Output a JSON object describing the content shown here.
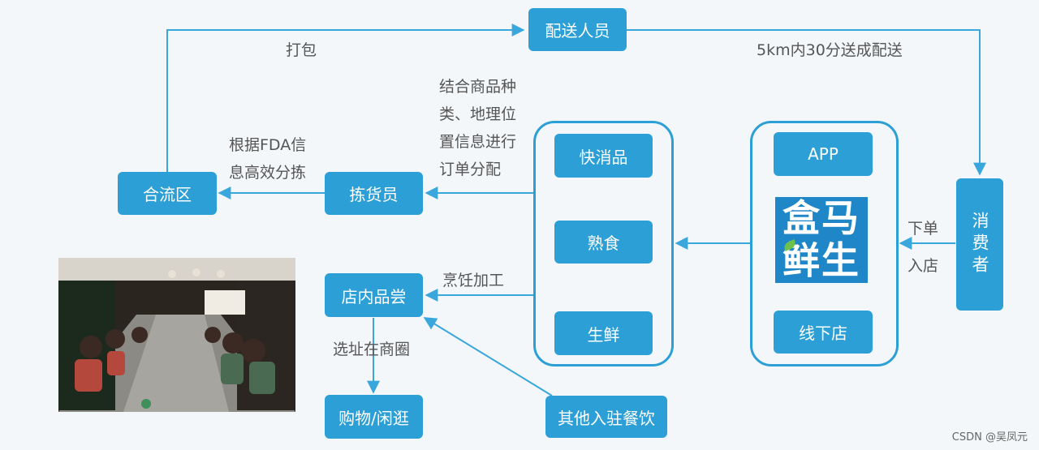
{
  "nodes": {
    "delivery": "配送人员",
    "consolidation": "合流区",
    "picker": "拣货员",
    "in_store_tasting": "店内品尝",
    "shopping": "购物/闲逛",
    "other_dining": "其他入驻餐饮",
    "fmcg": "快消品",
    "cooked_food": "熟食",
    "fresh": "生鲜",
    "app": "APP",
    "offline_store": "线下店",
    "consumer": "消费者"
  },
  "logo": {
    "line1": "盒马",
    "line2": "鲜生"
  },
  "labels": {
    "pack": "打包",
    "delivery_promise": "5km内30分送成配送",
    "fda_lines": [
      "根据FDA信",
      "息高效分拣"
    ],
    "allocation_lines": [
      "结合商品种",
      "类、地理位",
      "置信息进行",
      "订单分配"
    ],
    "cooking": "烹饪加工",
    "site_selection": "选址在商圈",
    "order": "下单",
    "enter_store": "入店"
  },
  "watermark": "CSDN @吴凤元",
  "colors": {
    "accent": "#2b9fd6",
    "line": "#3aa7dc"
  }
}
